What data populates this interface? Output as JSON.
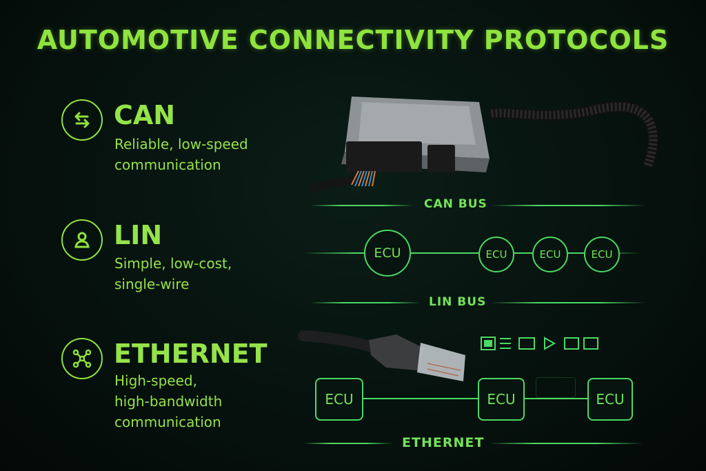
{
  "title": "AUTOMOTIVE CONNECTIVITY PROTOCOLS",
  "protocols": [
    {
      "name": "CAN",
      "icon": "arrows-exchange-icon",
      "desc_lines": [
        "Reliable, low-speed",
        "communication"
      ]
    },
    {
      "name": "LIN",
      "icon": "user-icon",
      "desc_lines": [
        "Simple, low-cost,",
        "single-wire"
      ]
    },
    {
      "name": "ETHERNET",
      "icon": "network-nodes-icon",
      "desc_lines": [
        "High-speed,",
        "high-bandwidth",
        "communication"
      ]
    }
  ],
  "diagrams": {
    "can_bus_label": "CAN BUS",
    "lin_bus_label": "LIN BUS",
    "ethernet_label": "ETHERNET",
    "lin_ecus": [
      "ECU",
      "ECU",
      "ECU",
      "ECU"
    ],
    "ethernet_ecus": [
      "ECU",
      "ECU",
      "ECU"
    ]
  },
  "colors": {
    "accent": "#8fe33e",
    "line": "#4cd964",
    "background": "#06110d"
  }
}
